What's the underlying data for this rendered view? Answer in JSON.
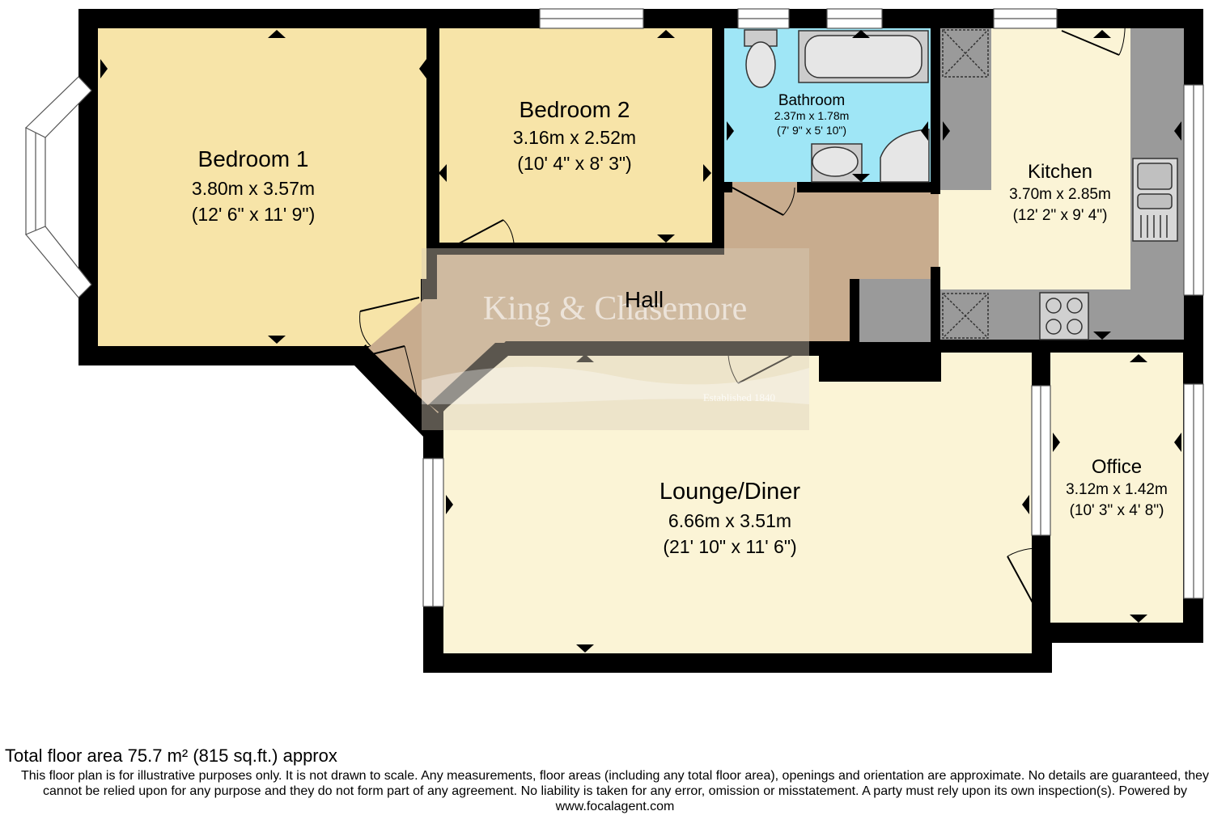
{
  "rooms": {
    "bedroom1": {
      "name": "Bedroom 1",
      "metric": "3.80m x 3.57m",
      "imperial": "(12' 6\" x 11' 9\")"
    },
    "bedroom2": {
      "name": "Bedroom 2",
      "metric": "3.16m x 2.52m",
      "imperial": "(10' 4\" x 8' 3\")"
    },
    "bathroom": {
      "name": "Bathroom",
      "metric": "2.37m x 1.78m",
      "imperial": "(7' 9\" x 5' 10\")"
    },
    "kitchen": {
      "name": "Kitchen",
      "metric": "3.70m x 2.85m",
      "imperial": "(12' 2\" x 9' 4\")"
    },
    "hall": {
      "name": "Hall"
    },
    "lounge": {
      "name": "Lounge/Diner",
      "metric": "6.66m x 3.51m",
      "imperial": "(21' 10\" x 11' 6\")"
    },
    "office": {
      "name": "Office",
      "metric": "3.12m x 1.42m",
      "imperial": "(10' 3\" x 4' 8\")"
    }
  },
  "watermark": {
    "brand": "King & Chasemore",
    "established": "Established 1840"
  },
  "footer": {
    "total_area": "Total floor area 75.7 m² (815 sq.ft.) approx",
    "disclaimer": "This floor plan is for illustrative purposes only. It is not drawn to scale. Any measurements, floor areas (including any total floor area), openings and orientation are approximate. No details are guaranteed, they cannot be relied upon for any purpose and they do not form part of any agreement. No liability is taken for any error, omission or misstatement. A party must rely upon its own inspection(s). Powered by www.focalagent.com"
  },
  "colors": {
    "bedroom": "#f7e4a8",
    "bathroom": "#9fe6f6",
    "kitchen": "#fbf4d6",
    "lounge": "#fbf4d6",
    "hall": "#c8ac8e",
    "wall": "#000000",
    "counter": "#9a9a9a"
  }
}
